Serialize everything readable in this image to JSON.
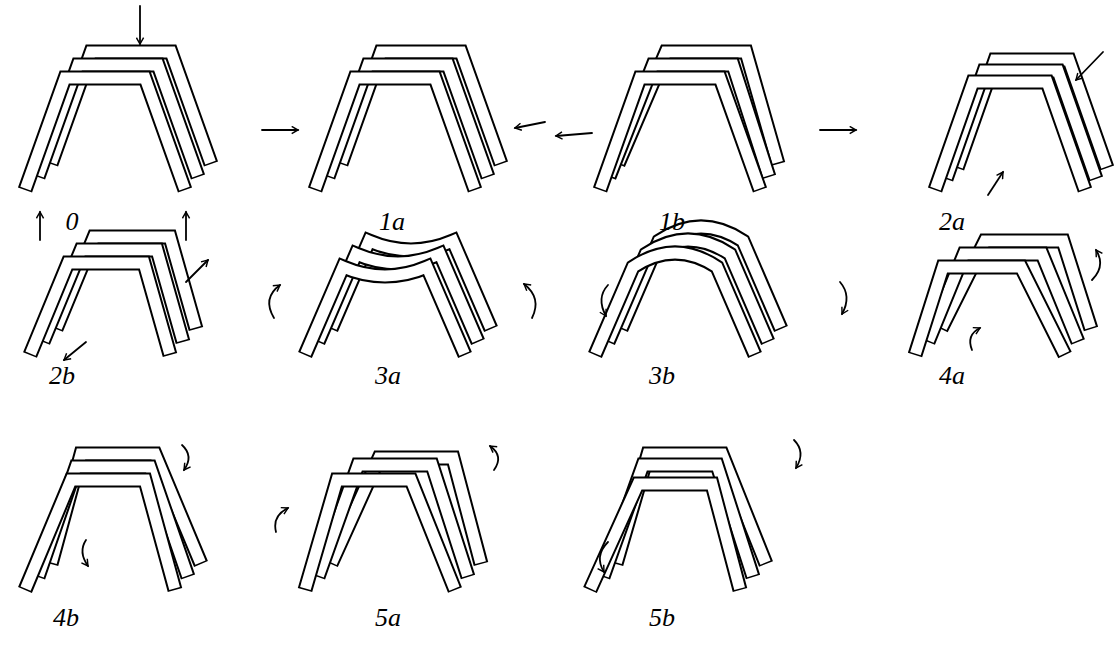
{
  "diagram": {
    "labels": [
      "0",
      "1a",
      "1b",
      "2a",
      "2b",
      "3a",
      "3b",
      "4a",
      "4b",
      "5a",
      "5b"
    ]
  }
}
